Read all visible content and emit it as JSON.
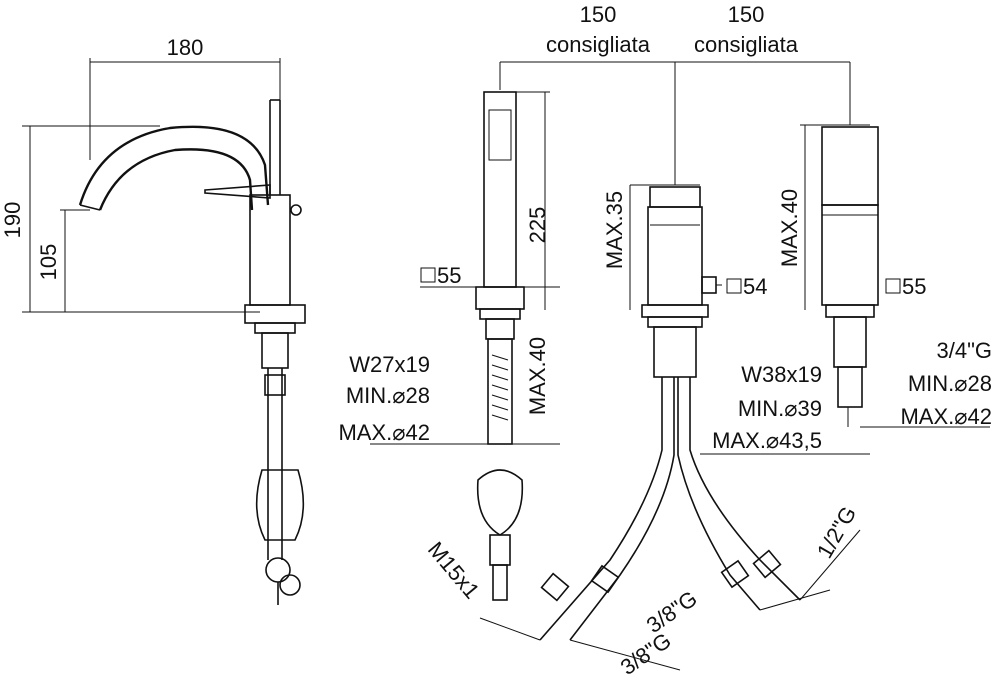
{
  "dimensions": {
    "spout_reach": "180",
    "total_height": "190",
    "spout_height": "105",
    "handshower_height": "225",
    "handshower_base": "55",
    "handshower_deck_max": "MAX.40",
    "handshower_hole_w": "W27x19",
    "handshower_hole_min": "MIN.⌀28",
    "handshower_hole_max": "MAX.⌀42",
    "spacing_1_value": "150",
    "spacing_1_label": "consigliata",
    "spacing_2_value": "150",
    "spacing_2_label": "consigliata",
    "mixer_max": "MAX.35",
    "mixer_base": "54",
    "mixer_hole_w": "W38x19",
    "mixer_hole_min": "MIN.⌀39",
    "mixer_hole_max": "MAX.⌀43,5",
    "valve_max": "MAX.40",
    "valve_base": "55",
    "valve_thread": "3/4\"G",
    "valve_hole_min": "MIN.⌀28",
    "valve_hole_max": "MAX.⌀42",
    "hose_1": "M15x1",
    "hose_2": "3/8\"G",
    "hose_3": "3/8\"G",
    "hose_4": "1/2\"G"
  }
}
